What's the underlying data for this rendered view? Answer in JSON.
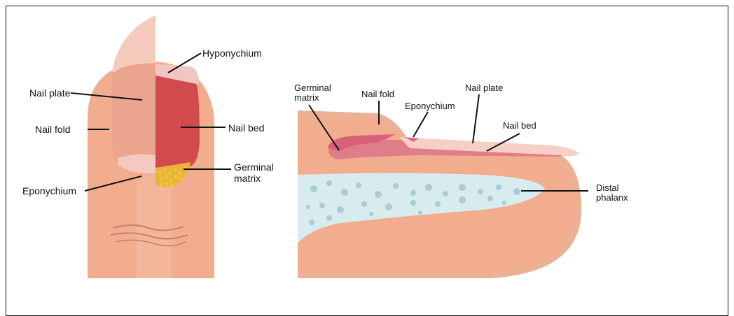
{
  "colors": {
    "skin": "#f2ad8e",
    "skin_light": "#f6c2a6",
    "skin_edge": "#eab196",
    "nail_plate": "#ecbcae",
    "nail_bed": "#d24b4c",
    "nail_pink": "#e07d8b",
    "bone": "#d8ebef",
    "bone_dot": "#a8cdd5",
    "matrix_yellow": "#f0c23c",
    "line": "#111111"
  },
  "left_diagram": {
    "labels": {
      "hyponychium": "Hyponychium",
      "nail_plate": "Nail plate",
      "nail_fold": "Nail fold",
      "nail_bed": "Nail bed",
      "germinal_matrix": "Germinal matrix",
      "eponychium": "Eponychium"
    }
  },
  "right_diagram": {
    "labels": {
      "germinal_matrix": "Germinal matrix",
      "nail_fold": "Nail fold",
      "eponychium": "Eponychium",
      "nail_plate": "Nail plate",
      "nail_bed": "Nail bed",
      "distal_phalanx": "Distal phalanx"
    }
  }
}
